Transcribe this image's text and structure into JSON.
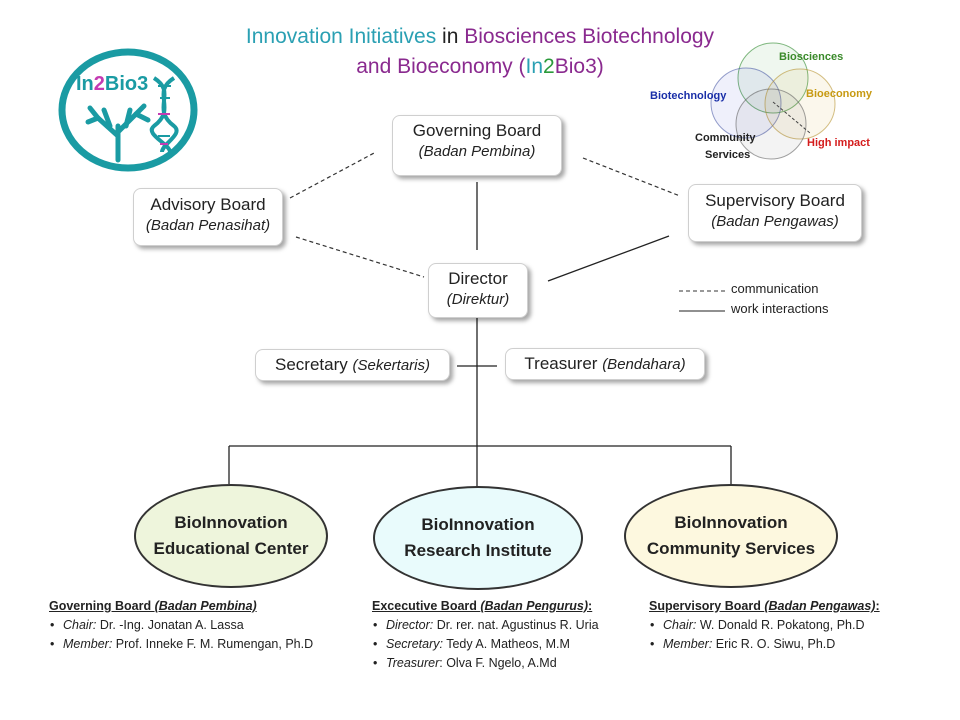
{
  "title": {
    "p1": "Innovation Initiatives",
    "p2": " in ",
    "p3": "Biosciences Biotechnology",
    "p4": "and Bioeconomy (",
    "p5": "In",
    "p6": "2",
    "p7": "Bio3",
    "p8": ")"
  },
  "logo": {
    "text_in": "In",
    "text_2": "2",
    "text_bio": "Bio3",
    "icon": "coral-dna-logo"
  },
  "venn": {
    "biosciences": "Biosciences",
    "biotechnology": "Biotechnology",
    "bioeconomy": "Bioeconomy",
    "community_1": "Community",
    "community_2": "Services",
    "high_impact": "High impact"
  },
  "boxes": {
    "governing": {
      "title": "Governing Board",
      "sub": "(Badan Pembina)"
    },
    "advisory": {
      "title": "Advisory Board",
      "sub": "(Badan Penasihat)"
    },
    "supervisory": {
      "title": "Supervisory Board",
      "sub": "(Badan Pengawas)"
    },
    "director": {
      "title": "Director",
      "sub": "(Direktur)"
    },
    "secretary": {
      "title": "Secretary ",
      "sub": "(Sekertaris)"
    },
    "treasurer": {
      "title": "Treasurer ",
      "sub": "(Bendahara)"
    }
  },
  "legend": {
    "communication": "communication",
    "work": "work interactions"
  },
  "units": {
    "edu": {
      "line1": "BioInnovation",
      "line2": "Educational Center",
      "fill": "#eef5dc"
    },
    "research": {
      "line1": "BioInnovation",
      "line2": "Research Institute",
      "fill": "#e9fbfc"
    },
    "community": {
      "line1": "BioInnovation",
      "line2": "Community Services",
      "fill": "#fdf8df"
    }
  },
  "info": {
    "governing": {
      "head": "Governing Board ",
      "head_it": "(Badan Pembina)",
      "items": [
        {
          "role": "Chair:",
          "name": " Dr. -Ing. Jonatan A. Lassa"
        },
        {
          "role": "Member:",
          "name": " Prof. Inneke F. M. Rumengan, Ph.D"
        }
      ]
    },
    "executive": {
      "head": "Excecutive Board ",
      "head_it": "(Badan Pengurus)",
      "head_end": ":",
      "items": [
        {
          "role": "Director:",
          "name": " Dr. rer. nat. Agustinus R. Uria"
        },
        {
          "role": "Secretary:",
          "name": " Tedy A. Matheos, M.M"
        },
        {
          "role": "Treasurer",
          "name": ": Olva F. Ngelo, A.Md"
        }
      ]
    },
    "supervisory": {
      "head": "Supervisory Board ",
      "head_it": "(Badan Pengawas)",
      "head_end": ":",
      "items": [
        {
          "role": "Chair:",
          "name": " W. Donald R. Pokatong, Ph.D"
        },
        {
          "role": "Member:",
          "name": " Eric R. O. Siwu, Ph.D"
        }
      ]
    }
  },
  "colors": {
    "logo_teal": "#1a9ba3",
    "logo_pink": "#c43bb3",
    "venn_green": "#3a8a2a",
    "venn_blue": "#1a2fa8",
    "venn_gold": "#c79a12",
    "venn_red": "#d41c1c"
  }
}
